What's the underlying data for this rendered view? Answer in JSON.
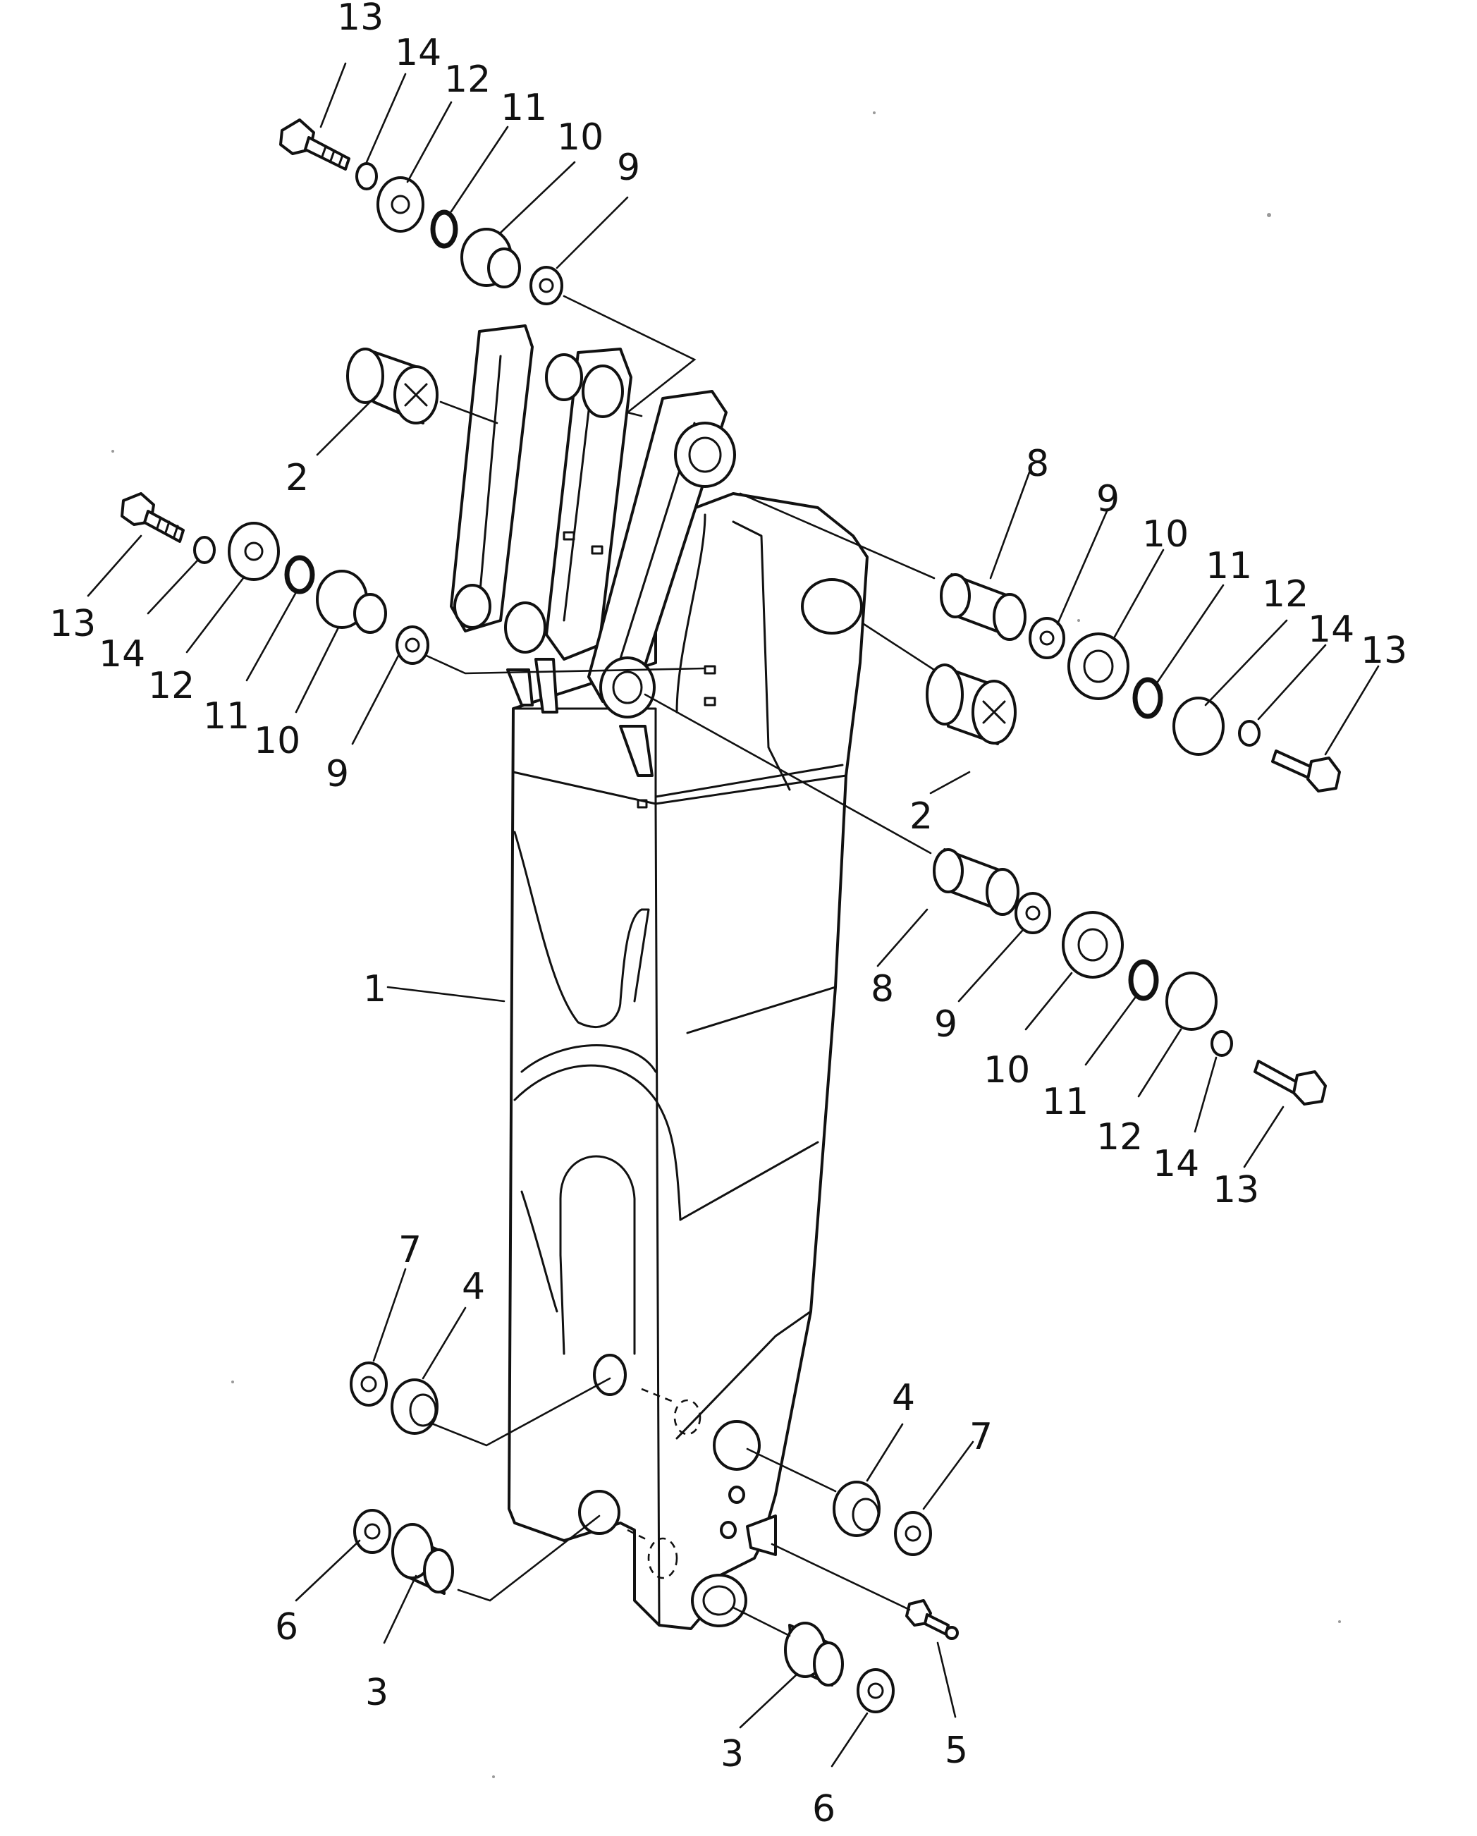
{
  "callouts": [
    {
      "id": "c-13a",
      "text": "13"
    },
    {
      "id": "c-14a",
      "text": "14"
    },
    {
      "id": "c-12a",
      "text": "12"
    },
    {
      "id": "c-11a",
      "text": "11"
    },
    {
      "id": "c-10a",
      "text": "10"
    },
    {
      "id": "c-9a",
      "text": "9"
    },
    {
      "id": "c-2a",
      "text": "2"
    },
    {
      "id": "c-13b",
      "text": "13"
    },
    {
      "id": "c-14b",
      "text": "14"
    },
    {
      "id": "c-12b",
      "text": "12"
    },
    {
      "id": "c-11b",
      "text": "11"
    },
    {
      "id": "c-10b",
      "text": "10"
    },
    {
      "id": "c-9b",
      "text": "9"
    },
    {
      "id": "c-8a",
      "text": "8"
    },
    {
      "id": "c-9c",
      "text": "9"
    },
    {
      "id": "c-10c",
      "text": "10"
    },
    {
      "id": "c-11c",
      "text": "11"
    },
    {
      "id": "c-12c",
      "text": "12"
    },
    {
      "id": "c-14c",
      "text": "14"
    },
    {
      "id": "c-13c",
      "text": "13"
    },
    {
      "id": "c-2b",
      "text": "2"
    },
    {
      "id": "c-8b",
      "text": "8"
    },
    {
      "id": "c-9d",
      "text": "9"
    },
    {
      "id": "c-10d",
      "text": "10"
    },
    {
      "id": "c-11d",
      "text": "11"
    },
    {
      "id": "c-12d",
      "text": "12"
    },
    {
      "id": "c-14d",
      "text": "14"
    },
    {
      "id": "c-13d",
      "text": "13"
    },
    {
      "id": "c-1",
      "text": "1"
    },
    {
      "id": "c-7a",
      "text": "7"
    },
    {
      "id": "c-4a",
      "text": "4"
    },
    {
      "id": "c-4b",
      "text": "4"
    },
    {
      "id": "c-7b",
      "text": "7"
    },
    {
      "id": "c-6a",
      "text": "6"
    },
    {
      "id": "c-3a",
      "text": "3"
    },
    {
      "id": "c-3b",
      "text": "3"
    },
    {
      "id": "c-6b",
      "text": "6"
    },
    {
      "id": "c-5",
      "text": "5"
    }
  ]
}
